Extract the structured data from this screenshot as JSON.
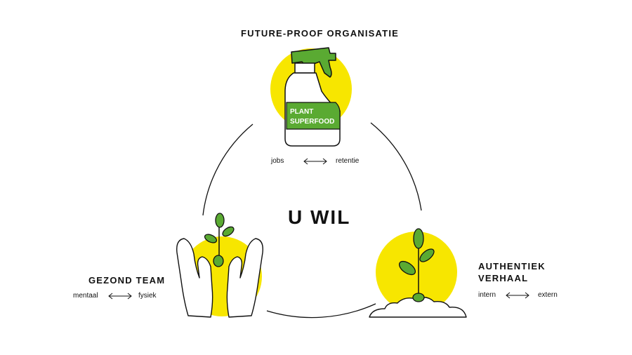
{
  "center": {
    "title": "U WIL"
  },
  "top": {
    "title": "FUTURE-PROOF ORGANISATIE",
    "left_term": "jobs",
    "right_term": "retentie",
    "bottle_line1": "PLANT",
    "bottle_line2": "SUPERFOOD",
    "icon": "spray-bottle-icon"
  },
  "left": {
    "title": "GEZOND TEAM",
    "left_term": "mentaal",
    "right_term": "fysiek",
    "icon": "hands-holding-sprout-icon"
  },
  "right": {
    "title_line1": "AUTHENTIEK",
    "title_line2": "VERHAAL",
    "left_term": "intern",
    "right_term": "extern",
    "icon": "sprout-in-soil-icon"
  },
  "colors": {
    "yellow": "#f7e600",
    "green": "#5aaa32",
    "ink": "#111111"
  }
}
